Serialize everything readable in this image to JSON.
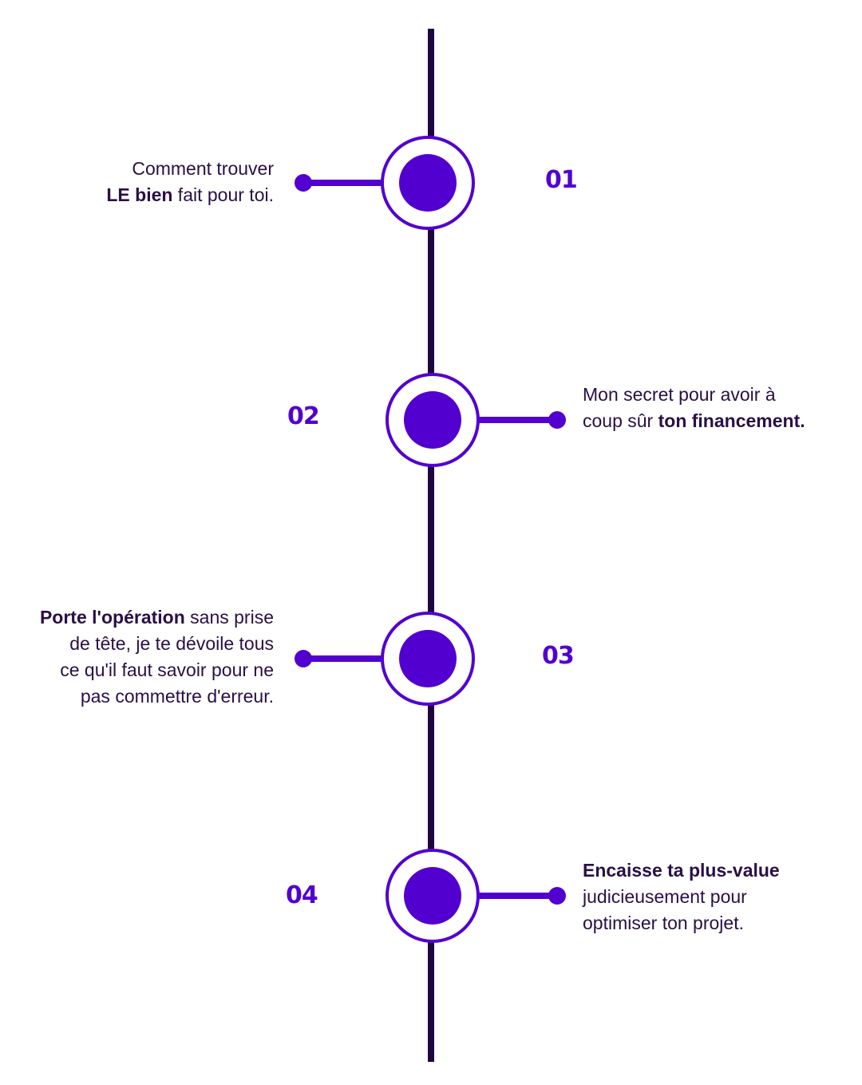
{
  "colors": {
    "axis": "#1f0540",
    "accent": "#5200d0",
    "text": "#2a0f45",
    "background": "#ffffff"
  },
  "steps": [
    {
      "number": "01",
      "side": "left",
      "line1_regular": "Comment trouver",
      "line2_bold": "LE bien",
      "line2_regular": " fait pour toi."
    },
    {
      "number": "02",
      "side": "right",
      "line1_regular": "Mon secret pour avoir à",
      "line2_regular": "coup sûr ",
      "line2_bold": "ton financement."
    },
    {
      "number": "03",
      "side": "left",
      "line1_bold": "Porte l'opération",
      "line1_regular": " sans prise",
      "line2": "de tête, je te dévoile tous",
      "line3": "ce qu'il faut savoir pour ne",
      "line4": "pas commettre d'erreur."
    },
    {
      "number": "04",
      "side": "right",
      "line1_bold": "Encaisse ta plus-value",
      "line2": "judicieusement pour",
      "line3": "optimiser ton projet."
    }
  ]
}
